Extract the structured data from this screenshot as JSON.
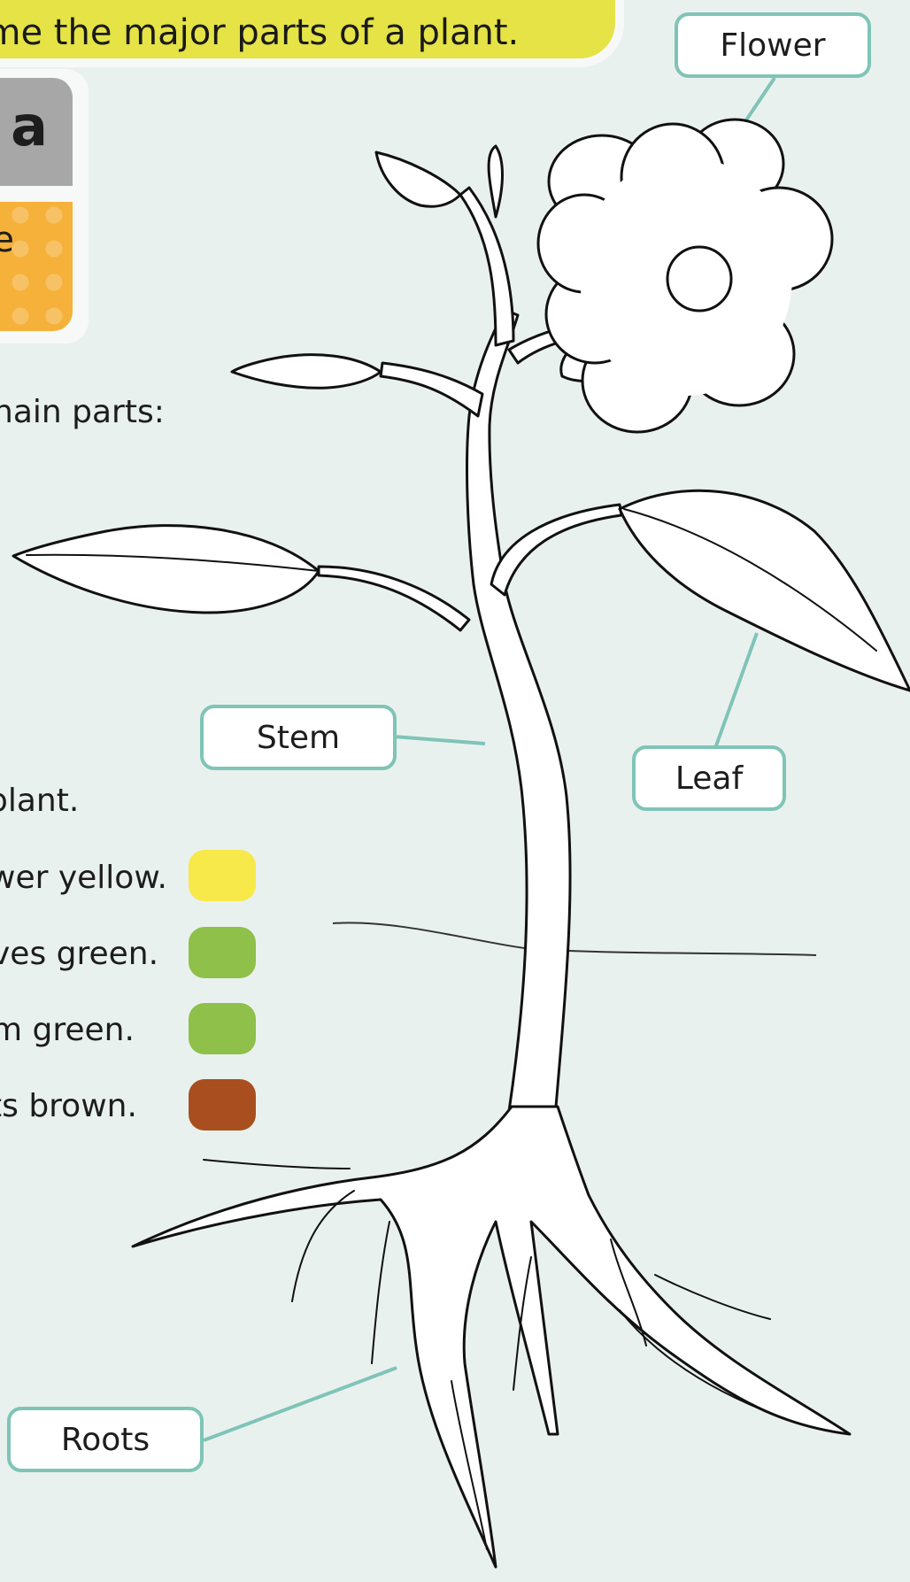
{
  "header": {
    "instruction": "ame the major parts of a plant."
  },
  "side_card": {
    "title": "a",
    "subtitle": "e"
  },
  "text": {
    "main_parts": "nain parts:",
    "plant": "plant.",
    "flower_yellow": "wer yellow.",
    "leaves_green": "ves green.",
    "stem_green": "m green.",
    "roots_brown": "ts brown."
  },
  "swatches": {
    "flower": "#f7e94a",
    "leaves": "#8ec04a",
    "stem": "#8ec04a",
    "roots": "#a94f1f"
  },
  "labels": {
    "flower": "Flower",
    "stem": "Stem",
    "leaf": "Leaf",
    "roots": "Roots"
  },
  "colors": {
    "background": "#e9f1ee",
    "banner": "#e5e346",
    "label_border": "#7fc4b7"
  }
}
